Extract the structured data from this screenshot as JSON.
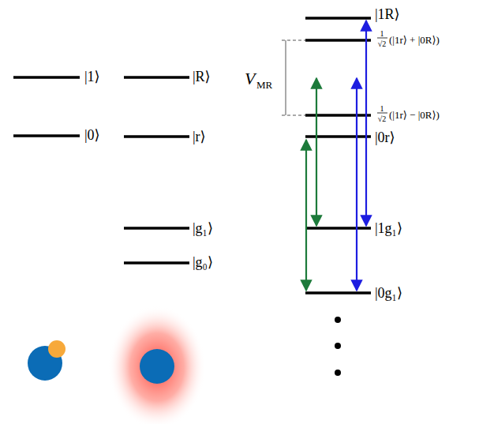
{
  "diagram": {
    "labels": [
      "|1⟩",
      "|0⟩",
      "|R⟩",
      "|r⟩",
      "|g₁⟩",
      "|g₀⟩",
      "|1R⟩",
      "1",
      "√2",
      "(|1r⟩ + |0R⟩)",
      "V",
      "MR",
      "1",
      "√2",
      "(|1r⟩ − |0R⟩)",
      "|0r⟩",
      "|1g₁⟩",
      "|0g₁⟩"
    ]
  }
}
